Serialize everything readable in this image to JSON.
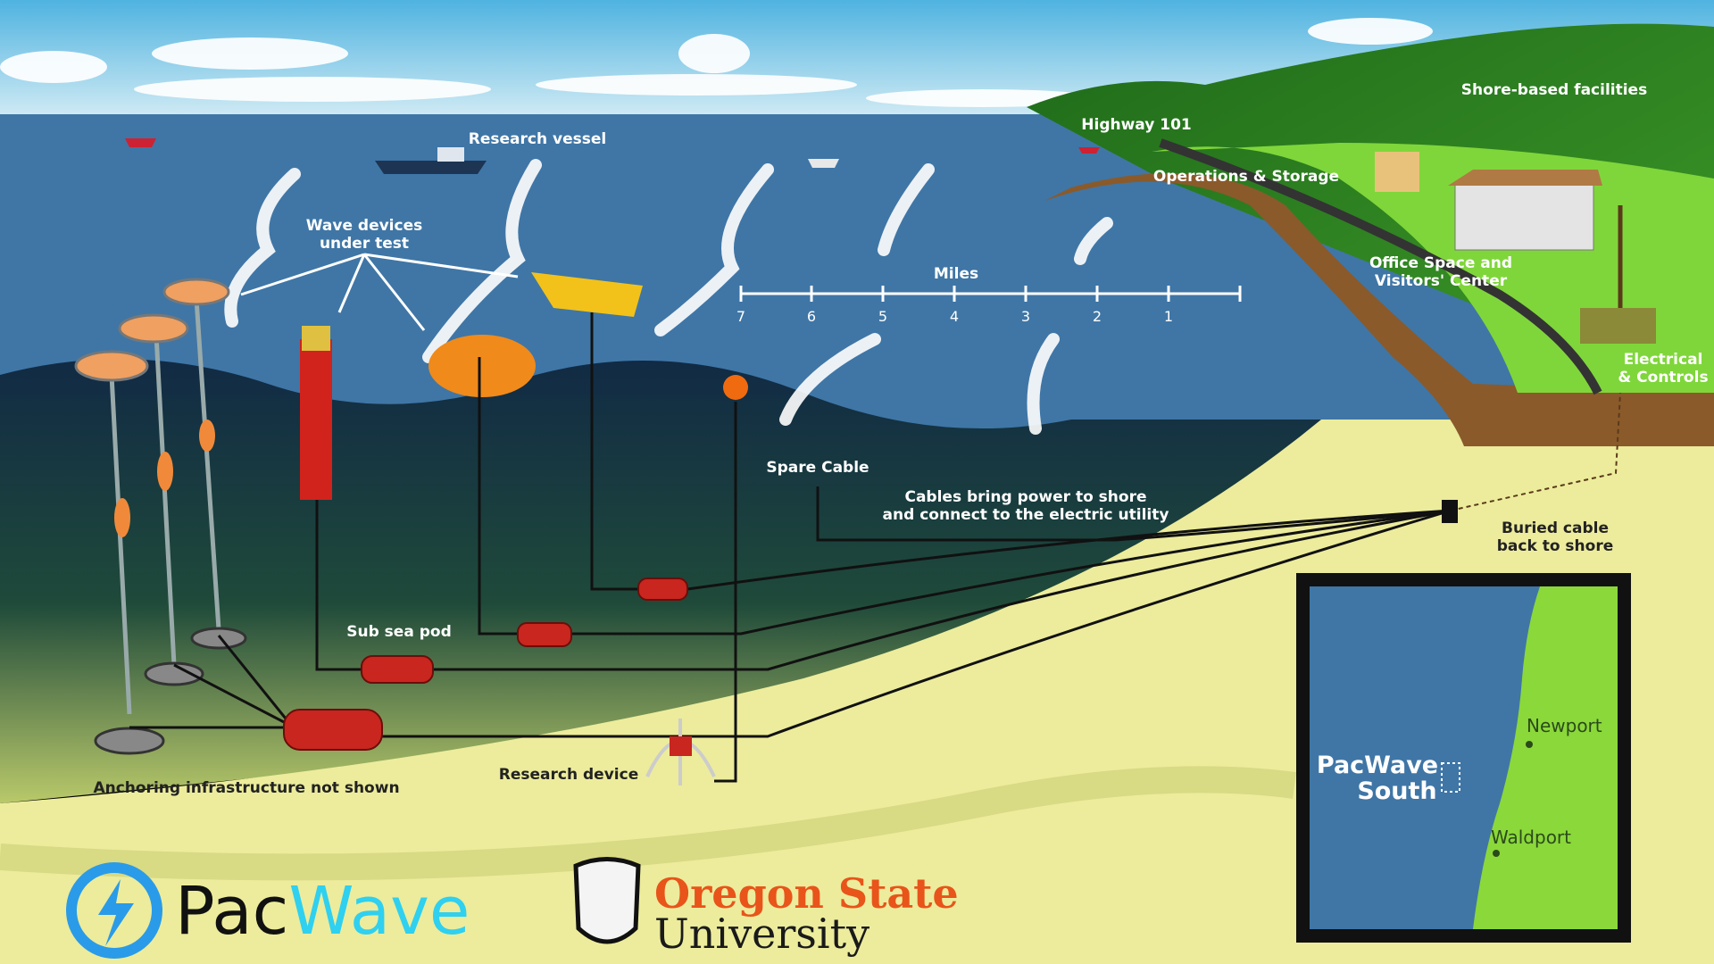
{
  "labels": {
    "research_vessel": "Research vessel",
    "wave_devices_line1": "Wave devices",
    "wave_devices_line2": "under test",
    "highway": "Highway 101",
    "shore_facilities": "Shore-based facilities",
    "operations": "Operations & Storage",
    "office_line1": "Office Space and",
    "office_line2": "Visitors' Center",
    "electrical_line1": "Electrical",
    "electrical_line2": "& Controls",
    "spare_cable": "Spare Cable",
    "cables_line1": "Cables bring power to shore",
    "cables_line2": "and connect to the electric utility",
    "buried_line1": "Buried cable",
    "buried_line2": "back to shore",
    "sub_sea_pod": "Sub sea pod",
    "research_device": "Research device",
    "anchoring": "Anchoring infrastructure not shown"
  },
  "scale": {
    "title": "Miles",
    "ticks": [
      "7",
      "6",
      "5",
      "4",
      "3",
      "2",
      "1"
    ]
  },
  "inset_map": {
    "site_line1": "PacWave",
    "site_line2": "South",
    "town1": "Newport",
    "town2": "Waldport"
  },
  "logos": {
    "pacwave_part1": "Pac",
    "pacwave_part2": "Wave",
    "osu_line1": "Oregon State",
    "osu_line2": "University"
  },
  "colors": {
    "sky": "#9fd3ea",
    "ocean": "#3f76a6",
    "deep": "#13304a",
    "sand": "#ecec9c",
    "grass": "#7fd63a",
    "cable": "#111111",
    "pod": "#c8261e",
    "osu_orange": "#e8541a",
    "pacwave_cyan": "#2fd0f0"
  }
}
